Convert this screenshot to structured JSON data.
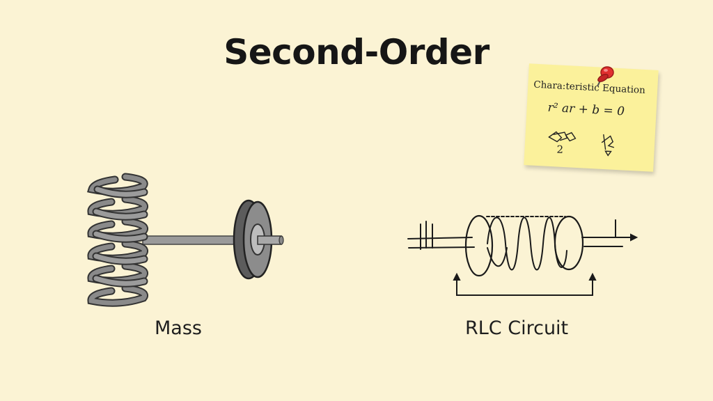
{
  "title": "Second-Order",
  "labels": {
    "mass": "Mass",
    "rlc": "RLC Circuit"
  },
  "note": {
    "title": "Chara:teristic Equation",
    "equation": "r²   ar + b = 0",
    "scribble": "2"
  },
  "colors": {
    "background": "#fbf3d4",
    "note": "#fbf19b",
    "pin": "#e0302f",
    "spring": "#6c6c6c",
    "ink": "#161616"
  }
}
